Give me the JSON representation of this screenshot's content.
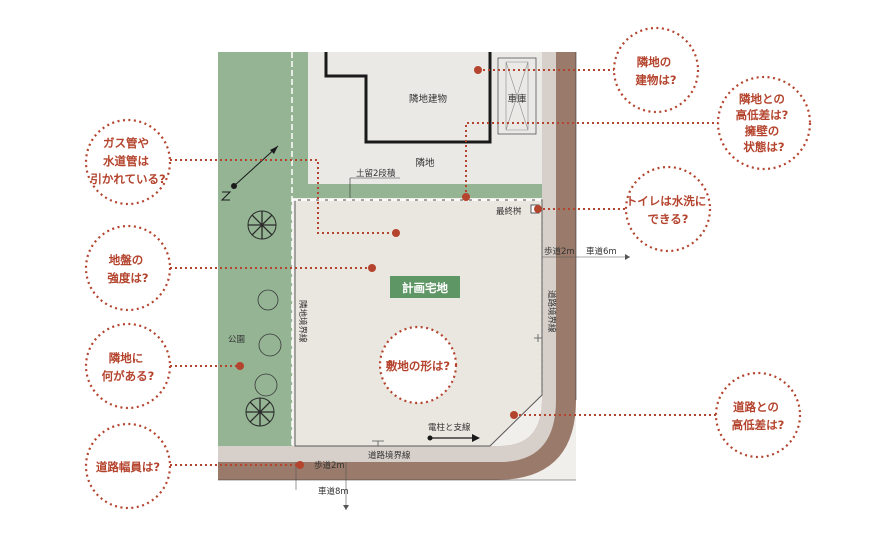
{
  "labels": {
    "neighbor_building": "隣地建物",
    "garage": "車庫",
    "neighbor_land": "隣地",
    "retaining": "土留2段積",
    "final_basin": "最終桝",
    "sidewalk_right": "歩道2m",
    "road_right": "車道6m",
    "road_boundary_right": "道路境界線",
    "site": "計画宅地",
    "park": "公園",
    "neighbor_boundary": "隣地境界線",
    "pole": "電柱と支線",
    "road_boundary_bottom": "道路境界線",
    "sidewalk_bottom": "歩道2m",
    "road_bottom": "車道8m"
  },
  "questions": {
    "gas_water": [
      "ガス管や",
      "水道管は",
      "引かれている?"
    ],
    "ground": [
      "地盤の",
      "強度は?"
    ],
    "neighbor_what": [
      "隣地に",
      "何がある?"
    ],
    "road_width": [
      "道路幅員は?"
    ],
    "neighbor_building": [
      "隣地の",
      "建物は?"
    ],
    "height_diff_neighbor": [
      "隣地との",
      "高低差は?",
      "擁壁の",
      "状態は?"
    ],
    "toilet": [
      "トイレは水洗に",
      "できる?"
    ],
    "road_height": [
      "道路との",
      "高低差は?"
    ],
    "shape": [
      "敷地の形は?"
    ]
  },
  "colors": {
    "accent": "#b4442e",
    "site_fill": "#eae6e0",
    "road": "#9a7a6a",
    "park": "#94b494",
    "label_box": "#5f9665"
  }
}
